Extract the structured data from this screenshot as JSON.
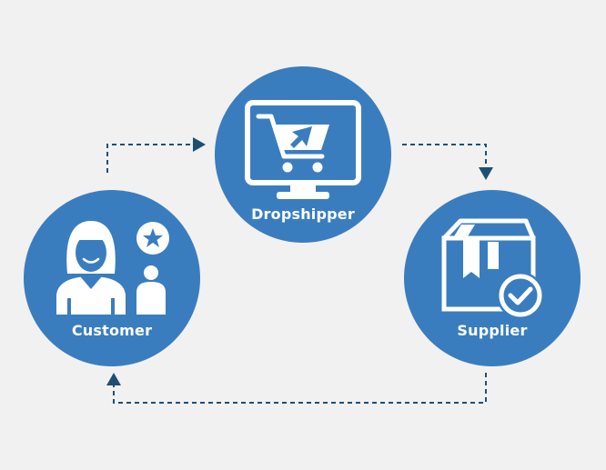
{
  "nodes": {
    "dropshipper": {
      "label": "Dropshipper",
      "icon": "computer-cart-icon"
    },
    "customer": {
      "label": "Customer",
      "icon": "customer-users-star-icon"
    },
    "supplier": {
      "label": "Supplier",
      "icon": "package-check-icon"
    }
  },
  "flow": [
    "customer",
    "dropshipper",
    "supplier",
    "customer"
  ],
  "colors": {
    "background": "#f1f1f1",
    "circle": "#3a7dbf",
    "arrow": "#1e4f73",
    "icon": "#ffffff"
  }
}
